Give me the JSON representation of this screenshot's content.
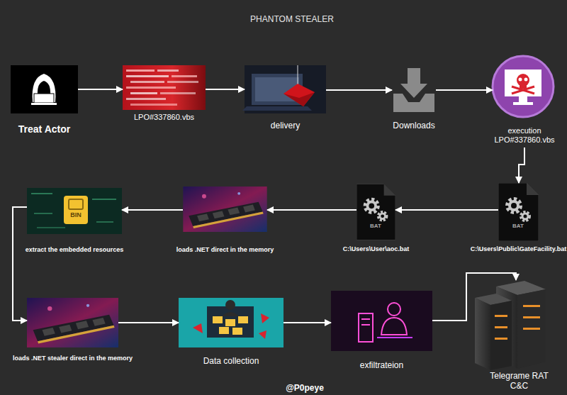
{
  "diagram": {
    "title": "PHANTOM STEALER",
    "nodes": [
      {
        "text": [
          "Treat Actor"
        ]
      },
      {
        "text": [
          "LPO#337860.vbs"
        ]
      },
      {
        "text": [
          "delivery"
        ]
      },
      {
        "text": [
          "Downloads"
        ]
      },
      {
        "text": [
          "execution LPO#337860.vbs"
        ]
      },
      {
        "text": [
          "C:\\Users\\Public\\GateFacility.bat"
        ]
      },
      {
        "text": [
          "C:\\Users\\User\\aoc.bat"
        ]
      },
      {
        "text": [
          "loads .NET direct in the memory"
        ]
      },
      {
        "text": [
          "extract the embedded resources"
        ]
      },
      {
        "text": [
          "loads .NET stealer direct in the memory"
        ]
      },
      {
        "text": [
          "Data collection"
        ]
      },
      {
        "text": [
          "exfiltrateion"
        ]
      },
      {
        "text": [
          "Telegrame RAT C&C"
        ]
      }
    ],
    "edges": [
      {
        "from": 0,
        "to": 1,
        "arrow": "to"
      },
      {
        "from": 1,
        "to": 2,
        "arrow": "to"
      },
      {
        "from": 2,
        "to": 3,
        "arrow": "to"
      },
      {
        "from": 3,
        "to": 4,
        "arrow": "to"
      },
      {
        "from": 4,
        "to": 5,
        "arrow": "to"
      },
      {
        "from": 5,
        "to": 6,
        "arrow": "to"
      },
      {
        "from": 6,
        "to": 7,
        "arrow": "to"
      },
      {
        "from": 7,
        "to": 8,
        "arrow": "to"
      },
      {
        "from": 8,
        "to": 9,
        "arrow": "to"
      },
      {
        "from": 9,
        "to": 10,
        "arrow": "to"
      },
      {
        "from": 10,
        "to": 11,
        "arrow": "to"
      },
      {
        "from": 11,
        "to": 12,
        "arrow": "to"
      }
    ],
    "labels": [
      "BAT",
      "BAT",
      "BIN",
      "@P0peye"
    ]
  }
}
